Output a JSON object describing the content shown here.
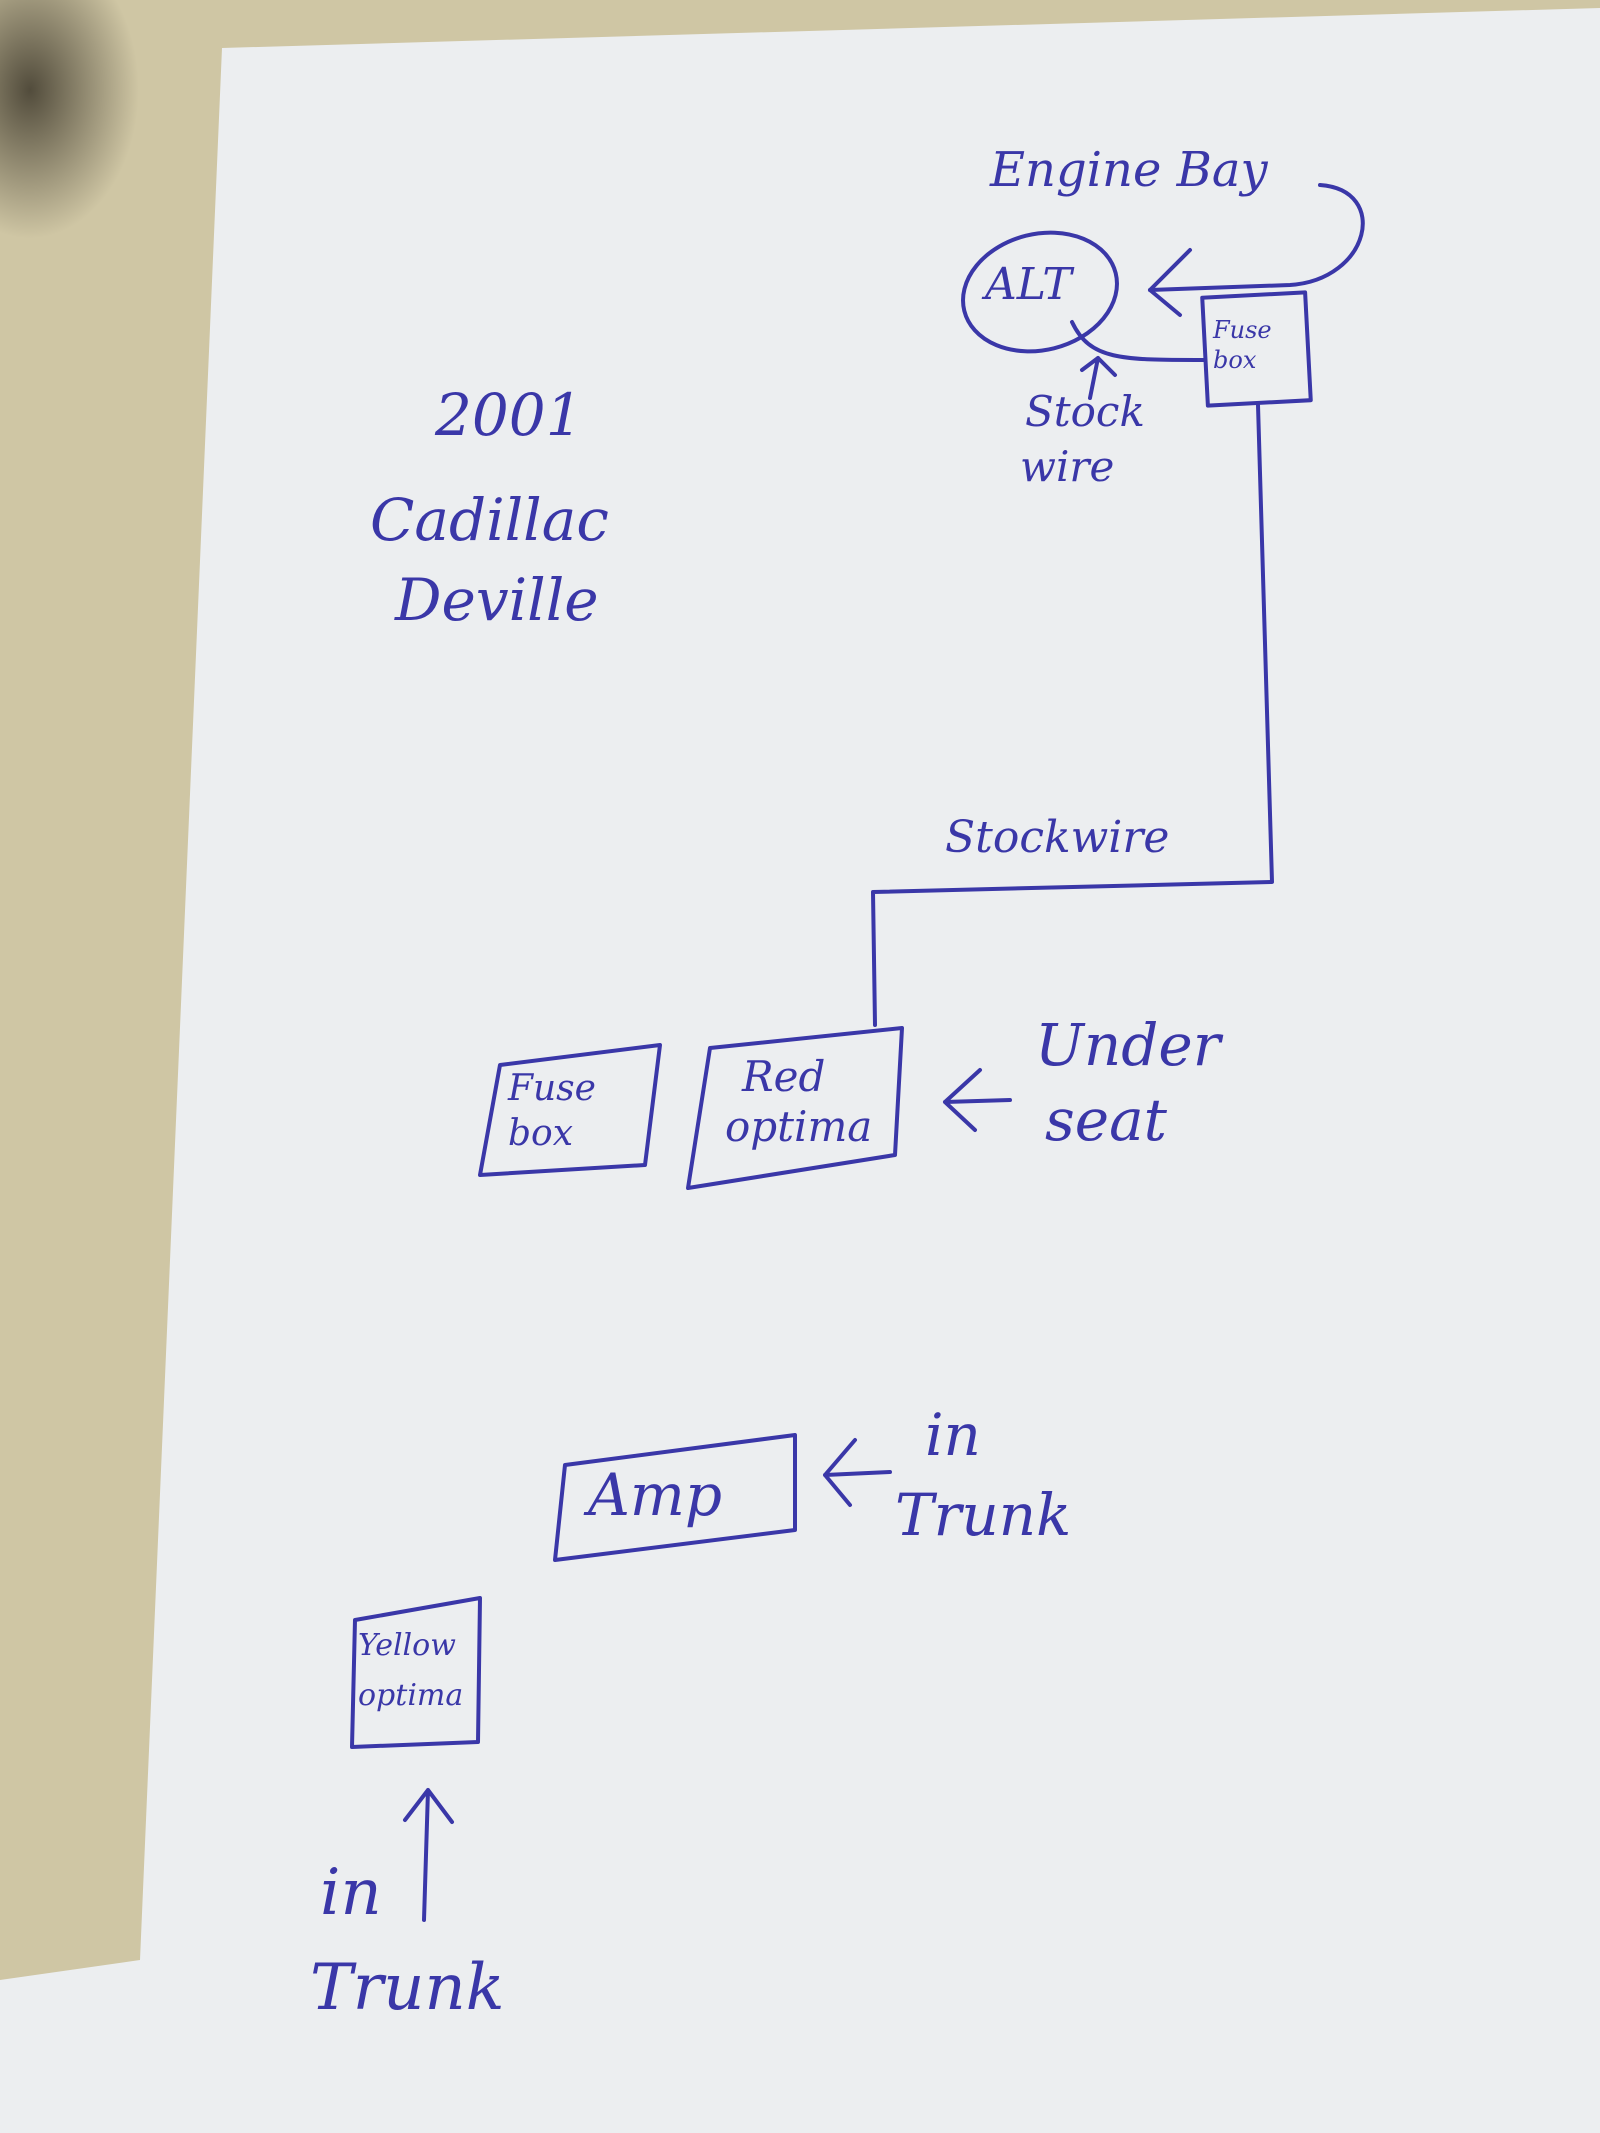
{
  "title": {
    "line1": "2001",
    "line2": "Cadillac",
    "line3": "Deville"
  },
  "zones": {
    "engine_bay": "Engine Bay",
    "under_seat": {
      "line1": "Under",
      "line2": "seat"
    },
    "amp_location": {
      "line1": "in",
      "line2": "Trunk"
    },
    "yellow_location": {
      "line1": "in",
      "line2": "Trunk"
    }
  },
  "components": {
    "alternator": "ALT",
    "engine_fuse_box": {
      "line1": "Fuse",
      "line2": "box"
    },
    "cabin_fuse_box": {
      "line1": "Fuse",
      "line2": "box"
    },
    "red_optima": {
      "line1": "Red",
      "line2": "optima"
    },
    "amp": "Amp",
    "yellow_optima": {
      "line1": "Yellow",
      "line2": "optima"
    }
  },
  "wires": {
    "alt_to_fusebox_label": {
      "line1": "Stock",
      "line2": "wire"
    },
    "fusebox_to_red_optima_label": "Stockwire"
  },
  "colors": {
    "ink": "#3a37a8",
    "paper": "#eef0f2",
    "background": "#cfc6a4"
  }
}
